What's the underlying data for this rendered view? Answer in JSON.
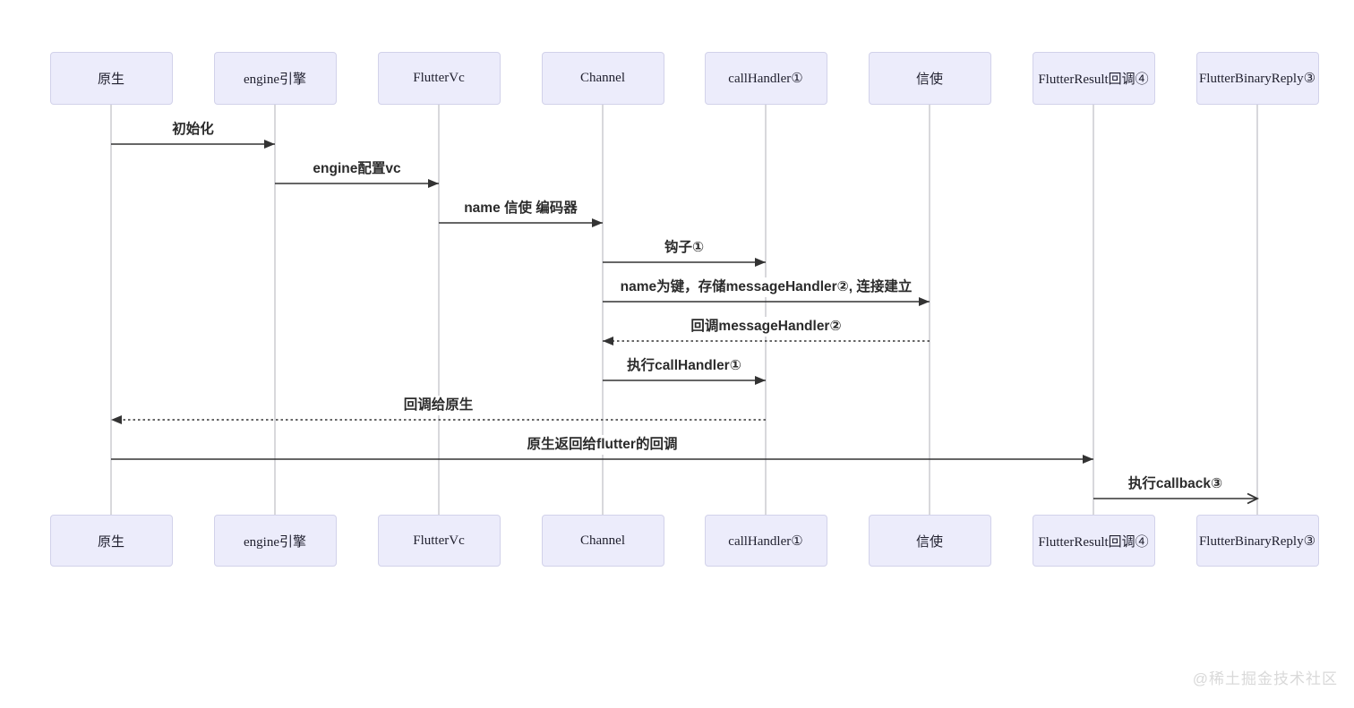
{
  "diagram": {
    "actors": [
      {
        "id": "native",
        "label": "原生"
      },
      {
        "id": "engine",
        "label": "engine引擎"
      },
      {
        "id": "fluttervc",
        "label": "FlutterVc"
      },
      {
        "id": "channel",
        "label": "Channel"
      },
      {
        "id": "callhandler1",
        "label": "callHandler①"
      },
      {
        "id": "messenger",
        "label": "信使"
      },
      {
        "id": "flutterresult4",
        "label": "FlutterResult回调④"
      },
      {
        "id": "flutterbinaryreply3",
        "label": "FlutterBinaryReply③"
      }
    ],
    "messages": [
      {
        "label": "初始化",
        "from": 0,
        "to": 1,
        "line": "solid",
        "head": "filled"
      },
      {
        "label": "engine配置vc",
        "from": 1,
        "to": 2,
        "line": "solid",
        "head": "filled"
      },
      {
        "label": "name 信使 编码器",
        "from": 2,
        "to": 3,
        "line": "solid",
        "head": "filled"
      },
      {
        "label": "钩子①",
        "from": 3,
        "to": 4,
        "line": "solid",
        "head": "filled"
      },
      {
        "label": "name为键，存储messageHandler②, 连接建立",
        "from": 3,
        "to": 5,
        "line": "solid",
        "head": "filled"
      },
      {
        "label": "回调messageHandler②",
        "from": 5,
        "to": 3,
        "line": "dashed",
        "head": "filled"
      },
      {
        "label": "执行callHandler①",
        "from": 3,
        "to": 4,
        "line": "solid",
        "head": "filled"
      },
      {
        "label": "回调给原生",
        "from": 4,
        "to": 0,
        "line": "dashed",
        "head": "filled"
      },
      {
        "label": "原生返回给flutter的回调",
        "from": 0,
        "to": 6,
        "line": "solid",
        "head": "filled"
      },
      {
        "label": "执行callback③",
        "from": 6,
        "to": 7,
        "line": "solid",
        "head": "open"
      }
    ],
    "colors": {
      "actor_fill": "#ececfb",
      "actor_border": "#d2d2ea",
      "lifeline": "#b0b0b8",
      "arrow": "#333333",
      "message_text": "#2b2b2b",
      "watermark": "#d9d9d9"
    }
  },
  "watermark": {
    "text": "@稀土掘金技术社区"
  }
}
